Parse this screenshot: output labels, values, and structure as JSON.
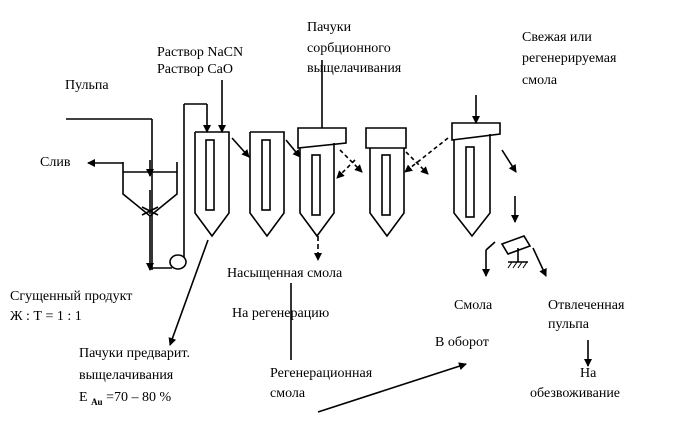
{
  "labels": {
    "pulp": "Пульпа",
    "nacn": "Раствор NaCN",
    "cao": "Раствор CaO",
    "sorption_l1": "Пачуки",
    "sorption_l2": "сорбционного",
    "sorption_l3": "выщелачивания",
    "fresh_l1": "Свежая или",
    "fresh_l2": "регенерируемая",
    "fresh_l3": "смола",
    "drain": "Слив",
    "saturated": "Насыщенная смола",
    "to_regen": "На регенерацию",
    "thick_l1": "Сгущенный  продукт",
    "thick_l2": "Ж : Т = 1 : 1",
    "pre_l1": "Пачуки предварит.",
    "pre_l2": "выщелачивания",
    "eff_prefix": "Е",
    "eff_sub": "Au",
    "eff_value": " =70 – 80 %",
    "regen_l1": "Регенерационная",
    "regen_l2": "смола",
    "resin": "Смола",
    "recycle": "В оборот",
    "spent_l1": "Отвлеченная",
    "spent_l2": "пульпа",
    "dewater_l1": "На",
    "dewater_l2": "обезвоживание"
  }
}
